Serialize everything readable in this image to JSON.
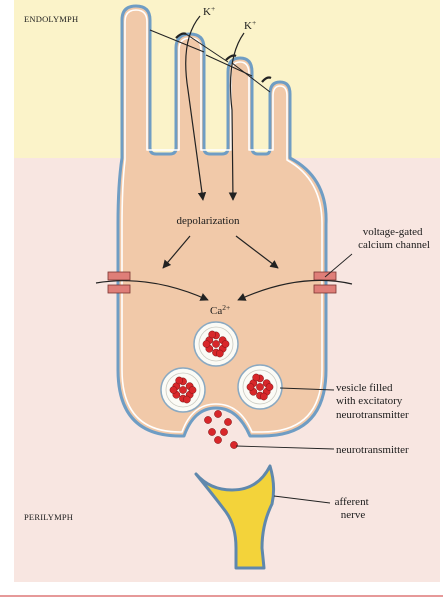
{
  "regions": {
    "endolymph": "ENDOLYMPH",
    "perilymph": "PERILYMPH"
  },
  "ions": {
    "potassium": {
      "symbol": "K",
      "charge": "+"
    },
    "calcium": {
      "symbol": "Ca",
      "charge": "2+"
    }
  },
  "labels": {
    "depolarization": "depolarization",
    "channel_line1": "voltage-gated",
    "channel_line2": "calcium channel",
    "vesicle_line1": "vesicle filled",
    "vesicle_line2": "with excitatory",
    "vesicle_line3": "neurotransmitter",
    "neurotransmitter": "neurotransmitter",
    "nerve_line1": "afferent",
    "nerve_line2": "nerve"
  },
  "colors": {
    "endolymph_bg": "#fbf3c9",
    "perilymph_bg": "#f8e6e1",
    "cell_fill": "#f1c9a9",
    "membrane": "#6f9dc4",
    "vesicle_fill": "#d8272a",
    "nerve_fill": "#f3d33a",
    "channel_fill": "#df7e78"
  }
}
